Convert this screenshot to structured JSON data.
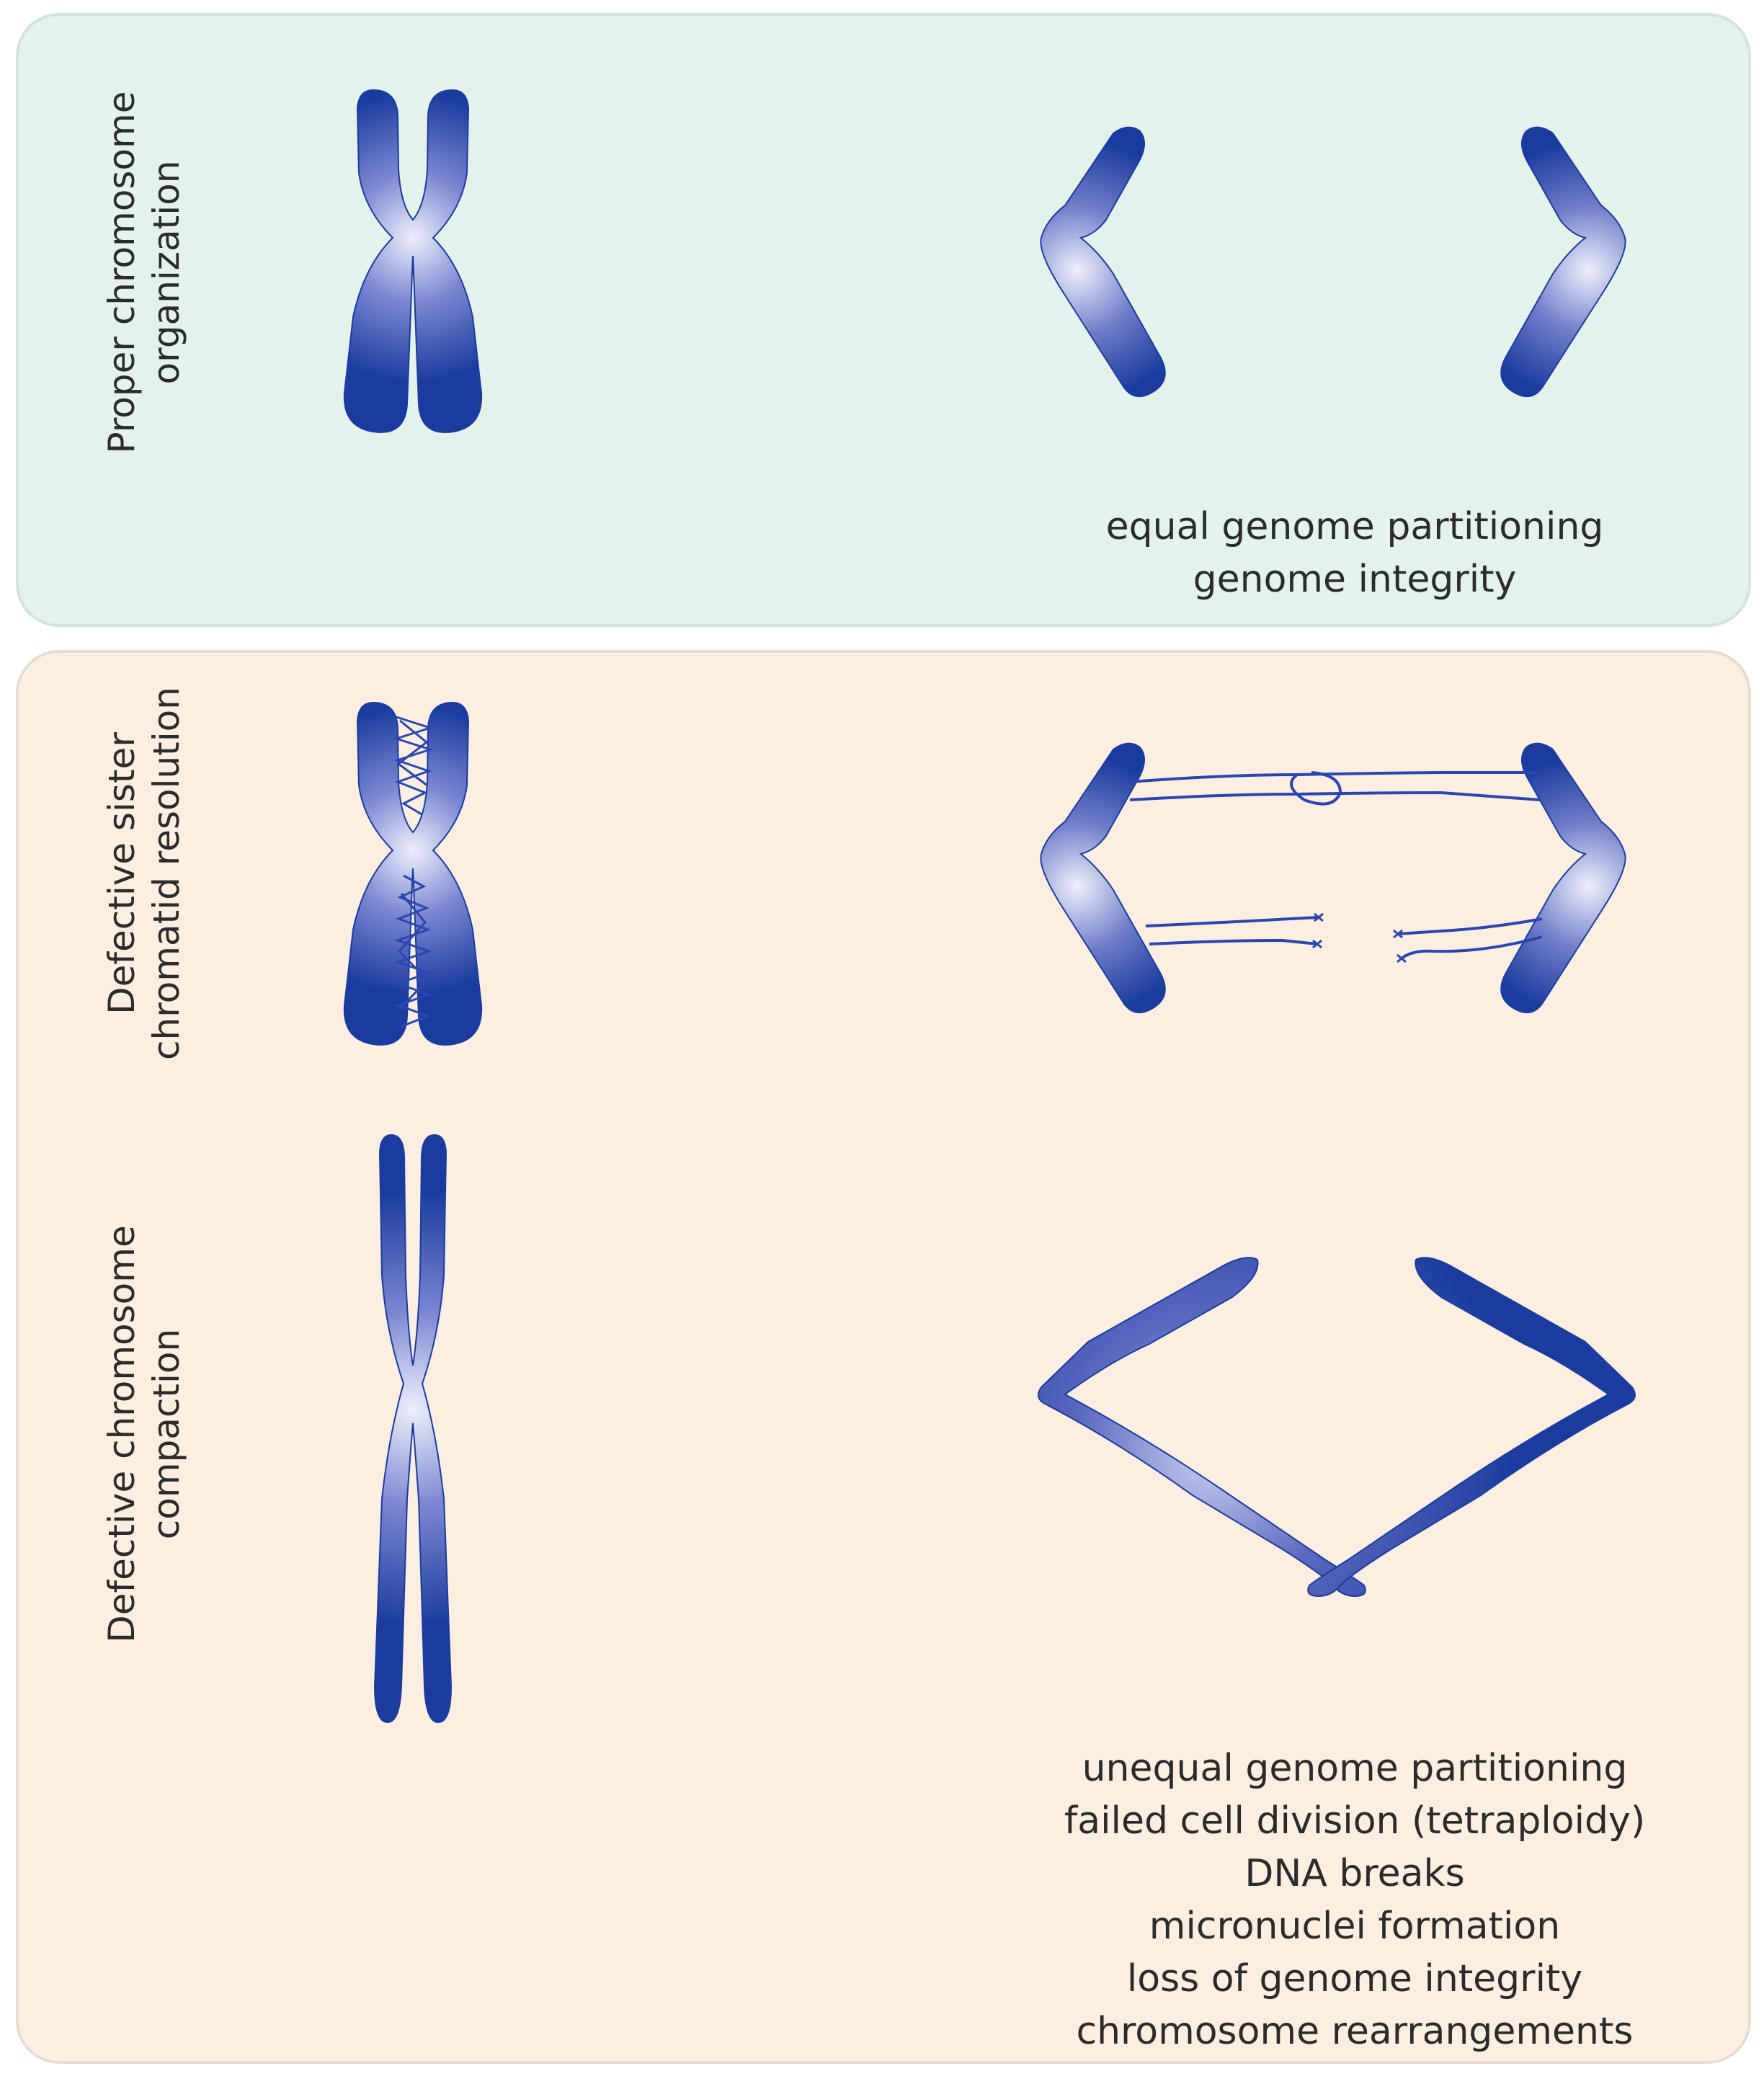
{
  "colors": {
    "top_panel_bg": "#e4f2ec",
    "bottom_panel_bg": "#fcefe1",
    "chromosome_blue": "#1b3c9e",
    "chromosome_highlight": "#eef0fb"
  },
  "top_panel": {
    "side_label": [
      "Proper chromosome",
      "organization"
    ],
    "outcomes": [
      "equal genome partitioning",
      "genome integrity"
    ]
  },
  "bottom_panel": {
    "side_label_resolution": [
      "Defective sister",
      "chromatid resolution"
    ],
    "side_label_compaction": [
      "Defective chromosome",
      "compaction"
    ],
    "outcomes": [
      "unequal genome partitioning",
      "failed cell division (tetraploidy)",
      "DNA breaks",
      "micronuclei formation",
      "loss of genome integrity",
      "chromosome rearrangements"
    ]
  }
}
